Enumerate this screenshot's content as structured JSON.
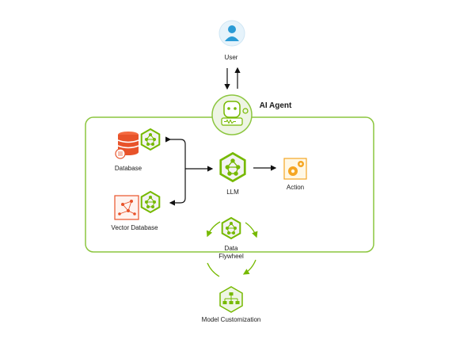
{
  "labels": {
    "user": "User",
    "agent": "AI Agent",
    "database": "Database",
    "vector_database": "Vector Database",
    "llm": "LLM",
    "action": "Action",
    "flywheel_line1": "Data",
    "flywheel_line2": "Flywheel",
    "model_customization": "Model Customization"
  },
  "colors": {
    "accent_green": "#76b900",
    "box_outline": "#8cc63f",
    "database_orange": "#e8532a",
    "action_orange": "#f5a623",
    "user_blue": "#2a9bd6",
    "arrow": "#111111"
  },
  "icons": {
    "user": "person-avatar-icon",
    "agent": "robot-icon",
    "database": "database-stack-icon",
    "vector_database": "vector-graph-icon",
    "llm": "neural-network-hexagon-icon",
    "action": "gears-icon",
    "customization": "hierarchy-icon"
  }
}
